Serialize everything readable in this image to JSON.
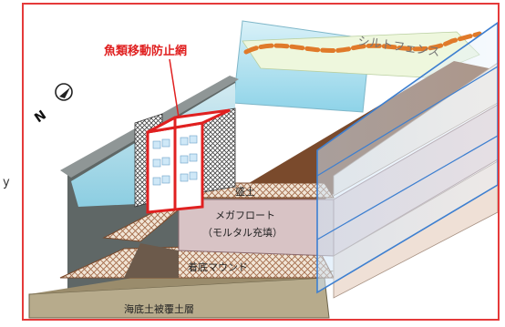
{
  "labels": {
    "silt_fence": "シルトフェンス",
    "fish_net": "魚類移動防止網",
    "backfill": "盛土",
    "megafloat_line1": "メガフロート",
    "megafloat_line2": "（モルタル充填）",
    "rubble_mound": "着底マウンド",
    "seabed_cover": "海底土被覆土層"
  },
  "north_label": "N",
  "side_mark": "y",
  "colors": {
    "frame": "#e53a3a",
    "net_label": "#e02020",
    "fence_float": "#e07a2a",
    "soil_top": "#7a4a2c",
    "water": "#bfe6f2",
    "fence_sheet": "#3d7fd0"
  }
}
